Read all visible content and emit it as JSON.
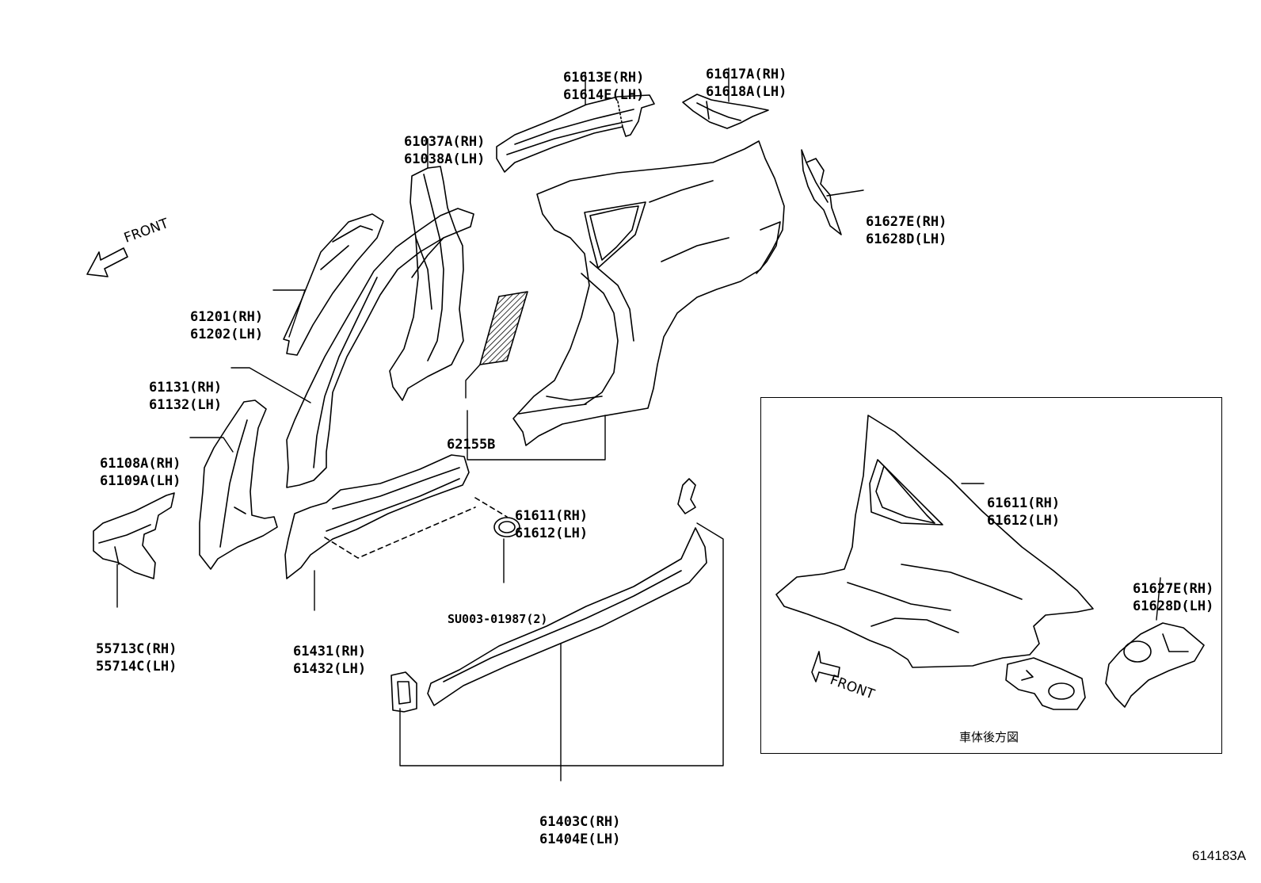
{
  "labels": {
    "p61613": [
      "61613E(RH)",
      "61614E(LH)"
    ],
    "p61617": [
      "61617A(RH)",
      "61618A(LH)"
    ],
    "p61037": [
      "61037A(RH)",
      "61038A(LH)"
    ],
    "p61627": [
      "61627E(RH)",
      "61628D(LH)"
    ],
    "p61201": [
      "61201(RH)",
      "61202(LH)"
    ],
    "p61131": [
      "61131(RH)",
      "61132(LH)"
    ],
    "p62155": [
      "62155B"
    ],
    "p61108": [
      "61108A(RH)",
      "61109A(LH)"
    ],
    "p61611": [
      "61611(RH)",
      "61612(LH)"
    ],
    "psu003": [
      "SU003-01987(2)"
    ],
    "p55713": [
      "55713C(RH)",
      "55714C(LH)"
    ],
    "p61431": [
      "61431(RH)",
      "61432(LH)"
    ],
    "p61403": [
      "61403C(RH)",
      "61404E(LH)"
    ],
    "inset_61611": [
      "61611(RH)",
      "61612(LH)"
    ],
    "inset_61627": [
      "61627E(RH)",
      "61628D(LH)"
    ]
  },
  "front_arrow_text": "FRONT",
  "inset_front_arrow_text": "FRONT",
  "inset_caption": "車体後方図",
  "figure_number": "614183A"
}
